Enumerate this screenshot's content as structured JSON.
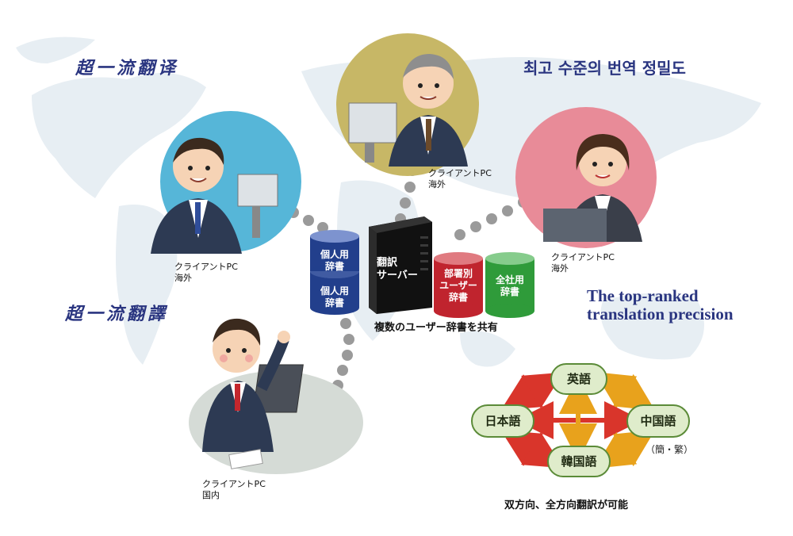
{
  "titles": {
    "zh_simplified": "超一流翻译",
    "zh_traditional": "超一流翻譯",
    "korean": "최고 수준의 번역 정밀도",
    "english_line1": "The top-ranked",
    "english_line2": "translation precision"
  },
  "clients": {
    "left": {
      "line1": "クライアントPC",
      "line2": "海外"
    },
    "top": {
      "line1": "クライアントPC",
      "line2": "海外"
    },
    "right": {
      "line1": "クライアントPC",
      "line2": "海外"
    },
    "bottom": {
      "line1": "クライアントPC",
      "line2": "国内"
    }
  },
  "server": {
    "label_line1": "翻訳",
    "label_line2": "サーバー",
    "caption": "複数のユーザー辞書を共有"
  },
  "dictionaries": {
    "personal1_line1": "個人用",
    "personal1_line2": "辞書",
    "personal2_line1": "個人用",
    "personal2_line2": "辞書",
    "department_line1": "部署別",
    "department_line2": "ユーザー",
    "department_line3": "辞書",
    "company_line1": "全社用",
    "company_line2": "辞書"
  },
  "languages": {
    "english": "英語",
    "japanese": "日本語",
    "chinese": "中国語",
    "chinese_note": "（簡・繁）",
    "korean": "韓国語",
    "caption": "双方向、全方向翻訳が可能"
  },
  "colors": {
    "circle_left": "#56b6d8",
    "circle_top": "#c7b766",
    "circle_right": "#e88b98",
    "bubble_bottom": "#d5dbd6",
    "title": "#2a3580",
    "personal_dict": "#223f8c",
    "department_dict": "#c0242e",
    "company_dict": "#2f9b3a",
    "arrow_red": "#d9352b",
    "arrow_orange": "#e8a21c"
  }
}
